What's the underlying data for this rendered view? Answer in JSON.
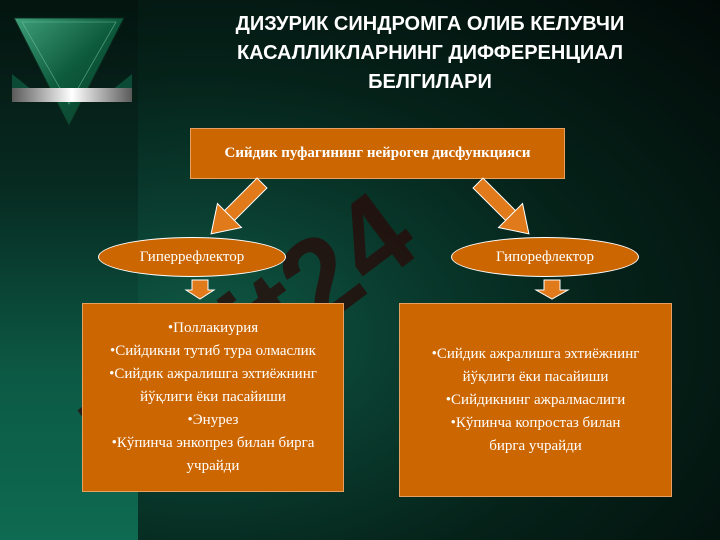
{
  "title": {
    "line1": "ДИЗУРИК СИНДРОМГА ОЛИБ КЕЛУВЧИ",
    "line2": "КАСАЛЛИКЛАРНИНГ ДИФФЕРЕНЦИАЛ",
    "line3": "БЕЛГИЛАРИ"
  },
  "diagram": {
    "root": "Сийдик пуфагининг нейроген дисфункцияси",
    "left_branch": {
      "label": "Гиперрефлектор",
      "items": [
        "•Поллакиурия",
        "•Сийдикни тутиб тура олмаслик",
        "•Сийдик ажралишга эхтиёжнинг",
        "йўқлиги ёки пасайиши",
        "•Энурез",
        "•Кўпинча энкопрез билан бирга",
        "учрайди"
      ]
    },
    "right_branch": {
      "label": "Гипорефлектор",
      "items": [
        "•Сийдик ажралишга эхтиёжнинг",
        "йўқлиги ёки пасайиши",
        "•Сийдикнинг ажралмаслиги",
        "•Кўпинча копростаз билан",
        "бирга учрайди"
      ]
    }
  },
  "watermark": {
    "text": "Fujit24"
  },
  "colors": {
    "box_fill": "#cc6600",
    "arrow_fill": "#e07a1a",
    "text": "#ffffff",
    "background_dark": "#021510",
    "watermark": "#2a0a08"
  }
}
